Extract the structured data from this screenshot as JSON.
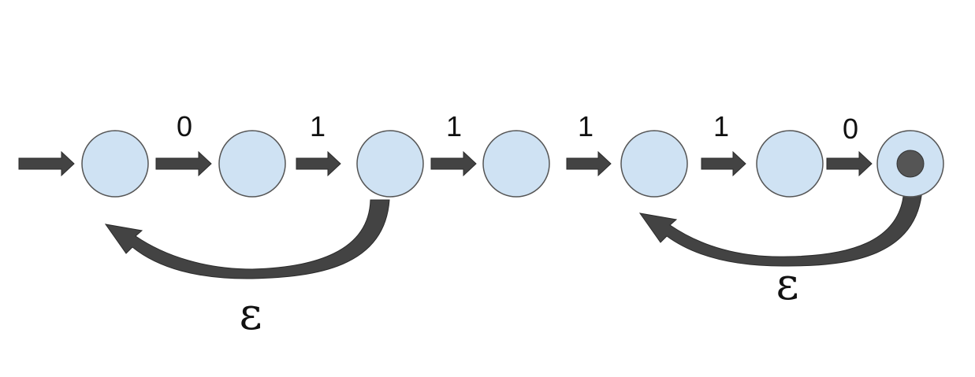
{
  "automaton": {
    "states": [
      "",
      "",
      "",
      "",
      "",
      "",
      ""
    ],
    "final_state_index": 6,
    "transitions": [
      {
        "from": 0,
        "to": 1,
        "symbol": "0"
      },
      {
        "from": 1,
        "to": 2,
        "symbol": "1"
      },
      {
        "from": 2,
        "to": 3,
        "symbol": "1"
      },
      {
        "from": 3,
        "to": 4,
        "symbol": "1"
      },
      {
        "from": 4,
        "to": 5,
        "symbol": "1"
      },
      {
        "from": 5,
        "to": 6,
        "symbol": "0"
      }
    ],
    "epsilon_transitions": [
      {
        "from": 2,
        "to": 0,
        "symbol": "ε"
      },
      {
        "from": 6,
        "to": 4,
        "symbol": "ε"
      }
    ],
    "colors": {
      "state_fill": "#cfe2f3",
      "state_stroke": "#555555",
      "arrow": "#434343",
      "final_dot": "#555555"
    }
  }
}
